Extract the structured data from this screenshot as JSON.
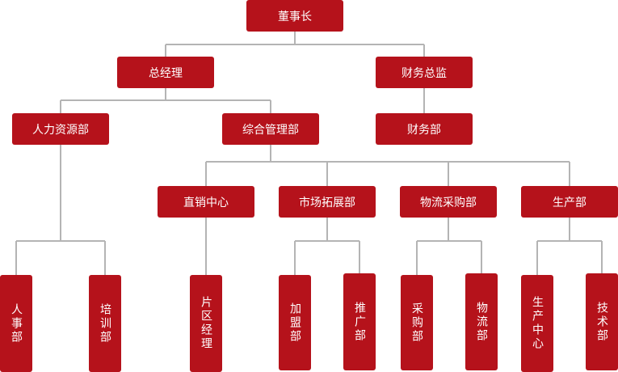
{
  "org_chart": {
    "chairman": "董事长",
    "general_manager": "总经理",
    "cfo": "财务总监",
    "hr_dept": "人力资源部",
    "general_mgmt_dept": "综合管理部",
    "finance_dept": "财务部",
    "direct_sales_center": "直销中心",
    "marketing_dept": "市场拓展部",
    "logistics_purchase_dept": "物流采购部",
    "production_dept": "生产部",
    "personnel_dept": "人事部",
    "training_dept": "培训部",
    "area_manager": "片区经理",
    "franchise_dept": "加盟部",
    "promotion_dept": "推广部",
    "purchasing_dept": "采购部",
    "logistics_dept": "物流部",
    "production_center": "生产中心",
    "technical_dept": "技术部"
  },
  "colors": {
    "box": "#b5121b",
    "line": "#b4b4b4",
    "text": "#ffffff"
  }
}
